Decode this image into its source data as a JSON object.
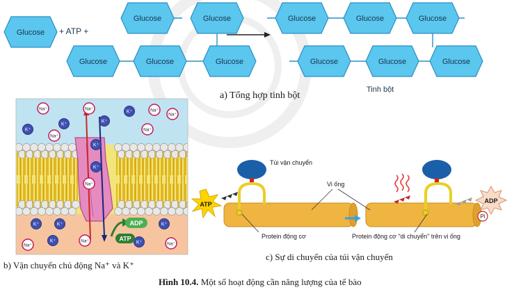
{
  "panel_a": {
    "glucose_label": "Glucose",
    "plus_atp": "+ ATP +",
    "product_label": "Tinh bột",
    "caption": "a) Tổng hợp tinh bột"
  },
  "panel_b": {
    "ion_na": "Na⁺",
    "ion_k": "K⁺",
    "adp": "ADP",
    "atp": "ATP",
    "caption": "b) Vận chuyển chủ động Na⁺ và K⁺"
  },
  "panel_c": {
    "vesicle_label": "Túi vận chuyển",
    "microtubule_label": "Vi ống",
    "atp": "ATP",
    "adp": "ADP",
    "pi": "Pi",
    "motor_label": "Protein động cơ",
    "motor_moving_label": "Protein động cơ \"di chuyển\" trên vi ống",
    "caption": "c) Sự di chuyển của túi vận chuyển"
  },
  "figure_caption": {
    "number": "Hình 10.4.",
    "text": " Một số hoạt động cần năng lượng của tế bào"
  },
  "colors": {
    "glucose_fill": "#5bc6ee",
    "membrane_water": "#bfe3f0",
    "membrane_cytoplasm": "#f6c5a0",
    "channel_pink": "#e58bc0",
    "microtubule": "#f0b441",
    "vesicle_blue": "#1b5fa8",
    "motor_yellow": "#e8cf26"
  }
}
